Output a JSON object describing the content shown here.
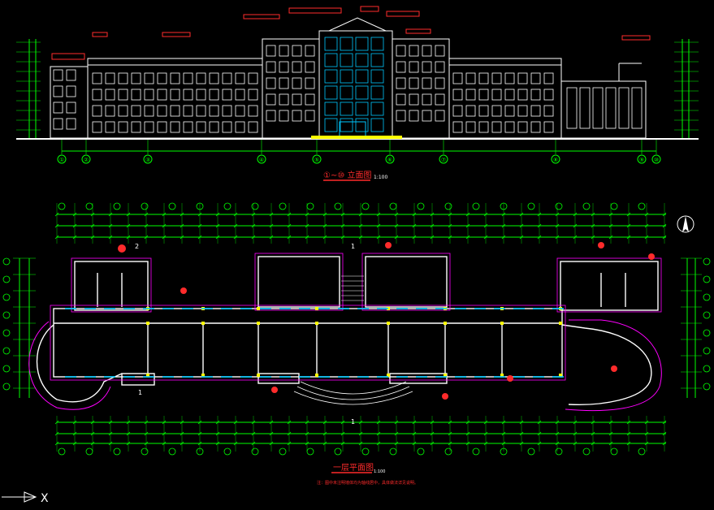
{
  "elevation": {
    "title": "①~⑩ 立面图",
    "scale": "1:100"
  },
  "plan": {
    "title": "一层平面图",
    "scale": "1:100",
    "note": "注：图中未注明墙体均为轴线居中，具体做法详见说明。"
  },
  "section_marks": {
    "top_left": "2",
    "top_mid": "1",
    "bottom_left": "1",
    "bottom_mid": "1"
  },
  "axis_bubbles": {
    "elevation": [
      "①",
      "②",
      "③",
      "④",
      "⑤",
      "⑥",
      "⑦",
      "⑧",
      "⑨",
      "⑩"
    ]
  },
  "ucs": {
    "axis": "X"
  },
  "colors": {
    "background": "#000000",
    "wall": "#ffffff",
    "dimension": "#00ff00",
    "annotation": "#ff2b2b",
    "window": "#00c8ff",
    "column": "#ffff00",
    "accent": "#ff00ff"
  }
}
